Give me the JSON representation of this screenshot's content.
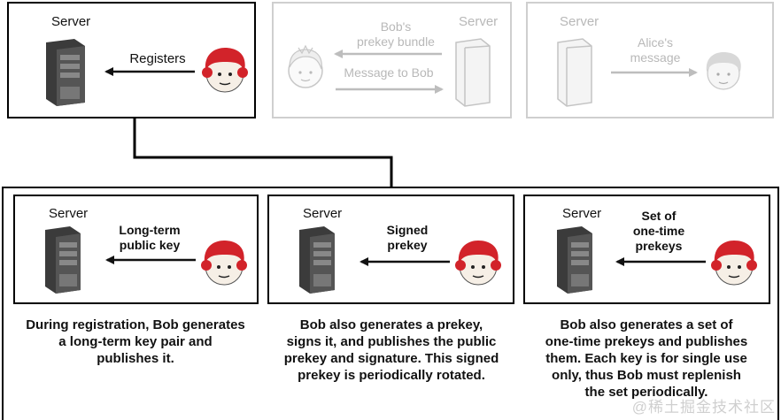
{
  "top": {
    "register": {
      "server_label": "Server",
      "arrow_label": "Registers"
    },
    "fetch": {
      "server_label": "Server",
      "bundle_label": "Bob's\nprekey bundle",
      "message_label": "Message to Bob"
    },
    "deliver": {
      "server_label": "Server",
      "message_label": "Alice's\nmessage"
    }
  },
  "steps": [
    {
      "server_label": "Server",
      "arrow_label": "Long-term\npublic key",
      "caption": "During registration, Bob generates\na long-term key pair and\npublishes it."
    },
    {
      "server_label": "Server",
      "arrow_label": "Signed\nprekey",
      "caption": "Bob also generates a prekey,\nsigns it, and publishes the public\nprekey and signature. This signed\nprekey is periodically rotated."
    },
    {
      "server_label": "Server",
      "arrow_label": "Set of\none-time\nprekeys",
      "caption": "Bob also generates a set of\none-time prekeys and publishes\nthem. Each key is for single use\nonly, thus Bob must replenish\nthe set periodically."
    }
  ],
  "watermark": "@稀土掘金技术社区",
  "colors": {
    "ink": "#111111",
    "faded": "#b8b8b8",
    "bob_hair": "#d2232a",
    "server_dark": "#3b3b3b"
  }
}
